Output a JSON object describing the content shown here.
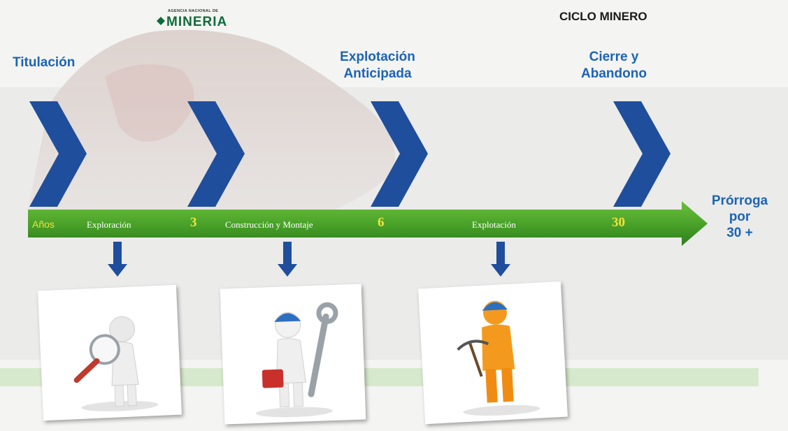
{
  "header": {
    "title": "CICLO MINERO",
    "logo_small": "AGENCIA NACIONAL DE",
    "logo_name": "MINERIA"
  },
  "phases": {
    "titulacion": "Titulación",
    "explotacion_anticipada": [
      "Explotación",
      "Anticipada"
    ],
    "cierre": [
      "Cierre y",
      "Abandono"
    ],
    "prorroga": [
      "Prórroga",
      "por",
      "30 +"
    ]
  },
  "timeline": {
    "axis_label": "Años",
    "years": [
      "3",
      "6",
      "30"
    ],
    "stages": [
      "Exploración",
      "Construcción y Montaje",
      "Explotación"
    ]
  },
  "colors": {
    "chevron": "#1f4e9c",
    "phase_text": "#1c64b5",
    "arrow_green": "#4aa329",
    "year_yellow": "#f3e23a"
  },
  "icons": [
    "magnifier-figure-icon",
    "wrench-worker-icon",
    "miner-pickaxe-icon"
  ]
}
